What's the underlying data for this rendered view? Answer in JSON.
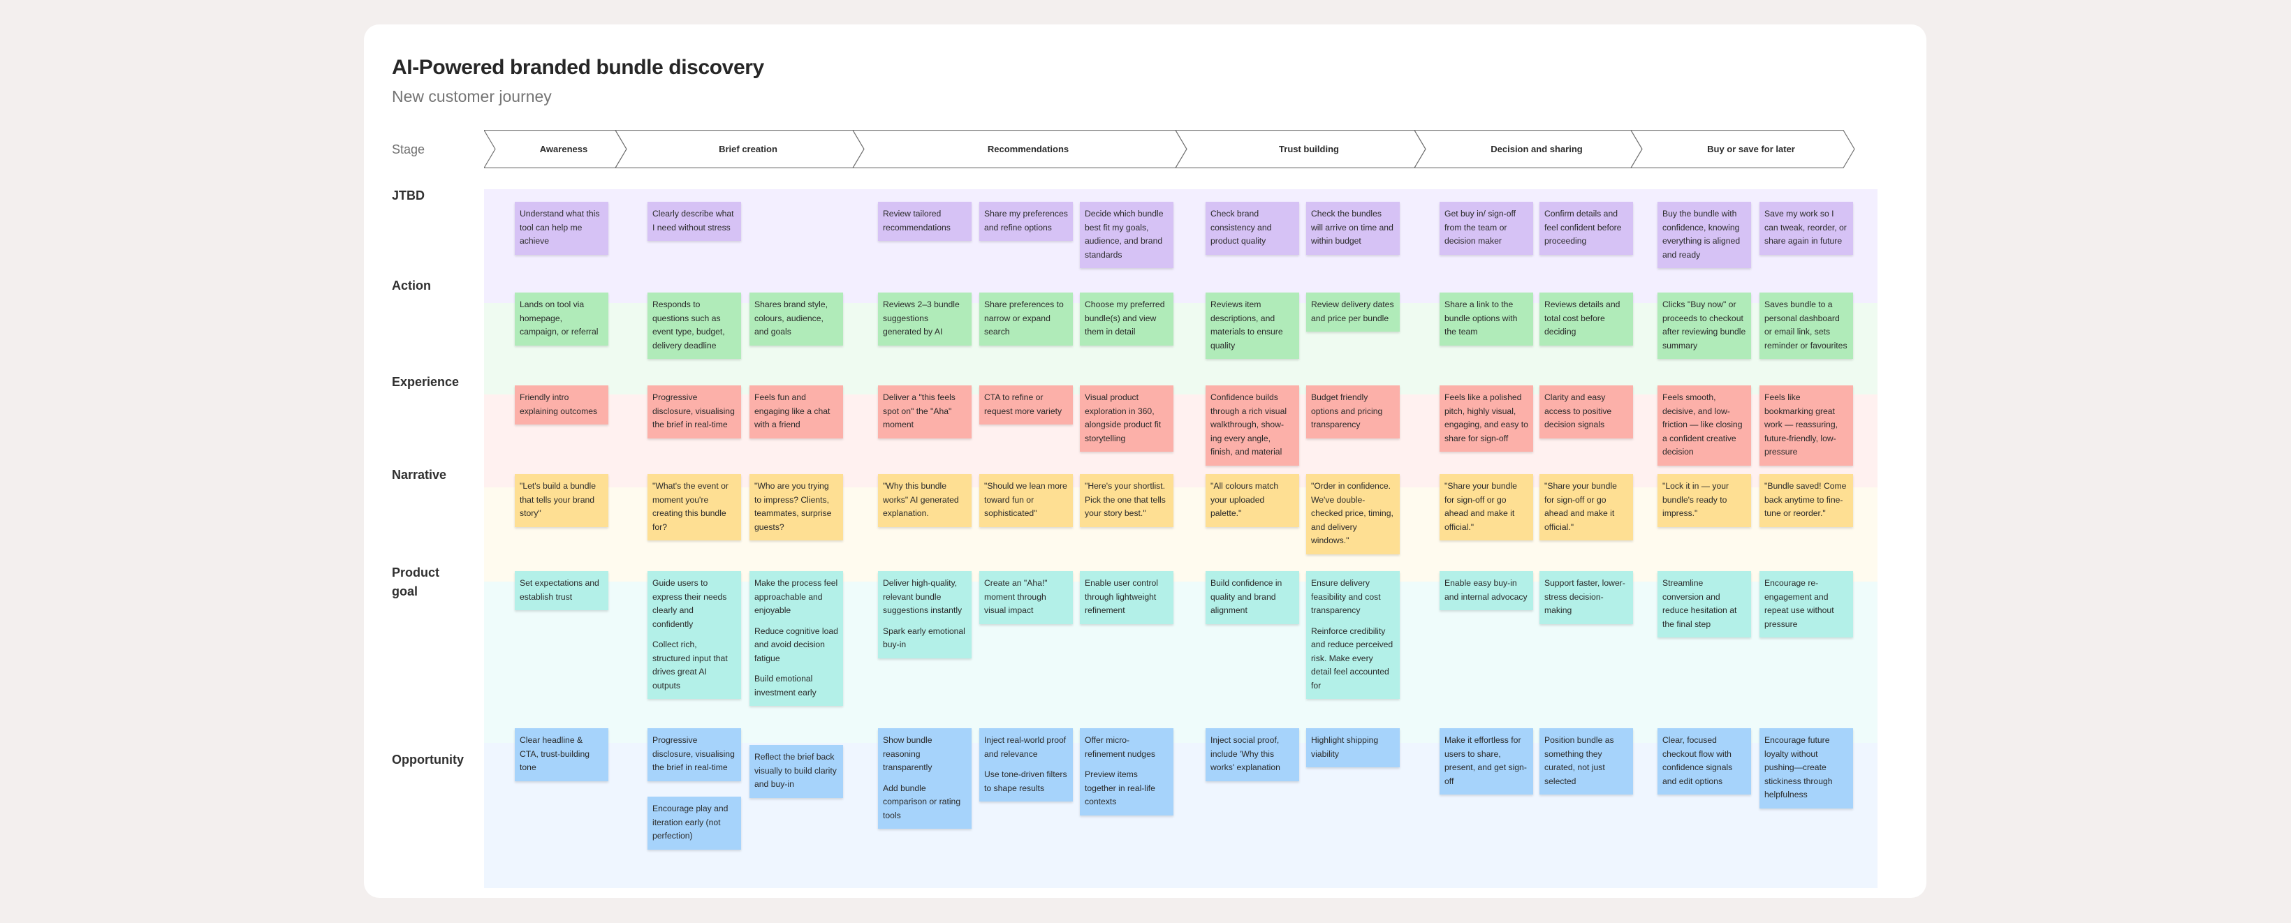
{
  "board": {
    "title": "AI-Powered branded bundle discovery",
    "subtitle": "New customer journey"
  },
  "stage_label": "Stage",
  "stages": [
    "Awareness",
    "Brief creation",
    "Recommendations",
    "Trust building",
    "Decision and sharing",
    "Buy or save for later"
  ],
  "rows": [
    {
      "label": "JTBD",
      "color": "#d6c2f5",
      "band_color": "#f3efff",
      "notes": [
        [
          "Understand what this tool can help me achieve"
        ],
        [
          "Clearly describe what I need without stress"
        ],
        [
          "Review tailored recommendations"
        ],
        [
          "Share my preferences and refine options"
        ],
        [
          "Decide which bundle best fit my goals, audience, and brand standards"
        ],
        [
          "Check brand consistency and product quality"
        ],
        [
          "Check the bundles will arrive on time and within budget"
        ],
        [
          "Get buy in/ sign-off from the team or decision maker"
        ],
        [
          "Confirm details and feel confident before proceeding"
        ],
        [
          "Buy the bundle with confidence, knowing everything is aligned and ready"
        ],
        [
          "Save my work so I can tweak, reorder, or share again in future"
        ]
      ]
    },
    {
      "label": "Action",
      "color": "#b0ebb9",
      "band_color": "#effbf1",
      "notes": [
        [
          "Lands on tool via homepage, campaign, or referral"
        ],
        [
          "Responds to questions such as event type, budget, delivery deadline"
        ],
        [
          "Shares brand style, colours, audience, and goals"
        ],
        [
          "Reviews 2–3 bundle suggestions generated by AI"
        ],
        [
          "Share preferences to narrow or expand search"
        ],
        [
          "Choose my preferred bundle(s) and view them in detail"
        ],
        [
          "Reviews item descriptions, and materials to ensure quality"
        ],
        [
          "Review delivery dates and price per bundle"
        ],
        [
          "Share a link to the bundle options with the team"
        ],
        [
          "Reviews details and total cost before deciding"
        ],
        [
          "Clicks \"Buy now\" or proceeds to checkout after reviewing bundle summary"
        ],
        [
          "Saves bundle to a personal dashboard or email link, sets reminder or favourites"
        ]
      ]
    },
    {
      "label": "Experience",
      "color": "#fcb0a9",
      "band_color": "#fff1f0",
      "notes": [
        [
          "Friendly intro explaining outcomes"
        ],
        [
          "Progressive disclosure, visualising the brief in real-time"
        ],
        [
          "Feels fun and engaging like a chat with a friend"
        ],
        [
          "Deliver a \"this feels spot on\" the \"Aha\" moment"
        ],
        [
          "CTA to refine or request more variety"
        ],
        [
          "Visual product exploration in 360, alongside product fit storytelling"
        ],
        [
          "Confidence builds through a rich visual walkthrough, show-ing every angle, finish, and material"
        ],
        [
          "Budget friendly options and pricing transparency"
        ],
        [
          "Feels like a polished pitch, highly visual, engaging, and easy to share for sign-off"
        ],
        [
          "Clarity and easy access to positive decision signals"
        ],
        [
          "Feels smooth, decisive, and low-friction — like closing a confident creative decision"
        ],
        [
          "Feels like bookmarking great work — reassuring, future-friendly, low-pressure"
        ]
      ]
    },
    {
      "label": "Narrative",
      "color": "#fedf93",
      "band_color": "#fffbef",
      "notes": [
        [
          "\"Let's build a bundle that tells your brand story\""
        ],
        [
          "\"What's the event or moment you're creating this bundle for?"
        ],
        [
          "\"Who are you trying to impress? Clients, teammates, surprise guests?"
        ],
        [
          "\"Why this bundle works\" AI generated explanation."
        ],
        [
          "\"Should we lean more toward fun or sophisticated\""
        ],
        [
          "\"Here's your shortlist. Pick the one that tells your story best.\""
        ],
        [
          "\"All colours match your uploaded palette.\""
        ],
        [
          "\"Order in confidence. We've double-checked price, timing, and delivery windows.\""
        ],
        [
          "\"Share your bundle for sign-off or go ahead and make it official.\""
        ],
        [
          "\"Share your bundle for sign-off or go ahead and make it official.\""
        ],
        [
          "\"Lock it in — your bundle's ready to impress.\""
        ],
        [
          "\"Bundle saved! Come back anytime to fine-tune or reorder.\""
        ]
      ]
    },
    {
      "label": "Product goal",
      "color": "#b3f0e8",
      "band_color": "#effcfb",
      "notes": [
        [
          "Set expectations and establish trust"
        ],
        [
          "Guide users to express their needs clearly and confidently",
          "Collect rich, structured input that drives great AI outputs"
        ],
        [
          "Make the process feel approachable and enjoyable",
          "Reduce cognitive load and avoid decision fatigue",
          "Build emotional investment early"
        ],
        [
          "Deliver high-quality, relevant bundle suggestions instantly",
          "Spark early emotional buy-in"
        ],
        [
          "Create an \"Aha!\" moment through visual impact"
        ],
        [
          "Enable user control through lightweight refinement"
        ],
        [
          "Build confidence in quality and brand alignment"
        ],
        [
          "Ensure delivery feasibility and cost transparency",
          "Reinforce credibility and reduce perceived risk. Make every detail feel accounted for"
        ],
        [
          "Enable easy buy-in and internal advocacy"
        ],
        [
          "Support faster, lower-stress decision-making"
        ],
        [
          "Streamline conversion and reduce hesitation at the final step"
        ],
        [
          "Encourage re-engagement and repeat use without pressure"
        ]
      ]
    },
    {
      "label": "Opportunity",
      "color": "#a6d3fb",
      "band_color": "#eff6ff",
      "notes": [
        [
          "Clear headline & CTA, trust-building tone"
        ],
        [
          "Progressive disclosure, visualising the brief in real-time"
        ],
        [
          "Encourage play and iteration early (not perfection)"
        ],
        [
          "Reflect the brief back visually to build clarity and buy-in"
        ],
        [
          "Show bundle reasoning transparently",
          "Add bundle comparison or rating tools"
        ],
        [
          "Inject real-world proof and relevance",
          "Use tone-driven filters to shape results"
        ],
        [
          "Offer micro-refinement nudges",
          "Preview items together in real-life contexts"
        ],
        [
          "Inject social proof, include 'Why this works' explanation"
        ],
        [
          "Highlight shipping viability"
        ],
        [
          "Make it effortless for users to share, present, and get sign-off"
        ],
        [
          "Position bundle as something they curated, not just selected"
        ],
        [
          "Clear, focused checkout flow with confidence signals and edit options"
        ],
        [
          "Encourage future loyalty without pushing—create stickiness through helpfulness"
        ]
      ]
    }
  ]
}
